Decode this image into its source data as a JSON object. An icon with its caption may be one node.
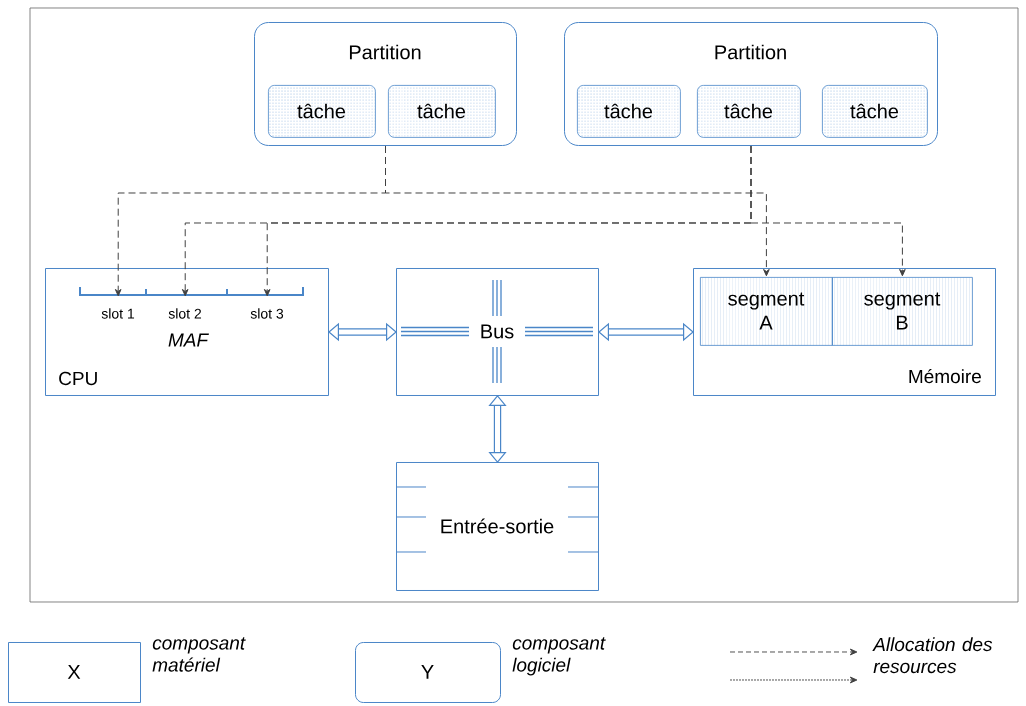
{
  "diagram": {
    "nodes": [
      {
        "text": [
          "Partition"
        ]
      },
      {
        "text": [
          "tâche"
        ],
        "in": 0
      },
      {
        "text": [
          "tâche"
        ],
        "in": 0
      },
      {
        "text": [
          "Partition"
        ]
      },
      {
        "text": [
          "tâche"
        ],
        "in": 3
      },
      {
        "text": [
          "tâche"
        ],
        "in": 3
      },
      {
        "text": [
          "tâche"
        ],
        "in": 3
      },
      {
        "text": [
          "CPU"
        ]
      },
      {
        "text": [
          "slot 1"
        ],
        "in": 7
      },
      {
        "text": [
          "slot 2"
        ],
        "in": 7
      },
      {
        "text": [
          "slot 3"
        ],
        "in": 7
      },
      {
        "text": [
          "Bus"
        ]
      },
      {
        "text": [
          "Mémoire"
        ]
      },
      {
        "text": [
          "segment A"
        ],
        "in": 12
      },
      {
        "text": [
          "segment B"
        ],
        "in": 12
      },
      {
        "text": [
          "Entrée-sortie"
        ]
      },
      {
        "text": [
          "X"
        ],
        "beside": [
          "composant matériel"
        ]
      },
      {
        "text": [
          "Y"
        ],
        "beside": [
          "composant logiciel"
        ]
      }
    ],
    "edges": [
      {
        "from": 0,
        "to": 8,
        "arrow": "to",
        "style": "dashed"
      },
      {
        "from": 0,
        "to": 13,
        "arrow": "to",
        "style": "dashed"
      },
      {
        "from": 3,
        "to": 9,
        "arrow": "to",
        "style": "dashed"
      },
      {
        "from": 3,
        "to": 10,
        "arrow": "to",
        "style": "dashed"
      },
      {
        "from": 3,
        "to": 14,
        "arrow": "to",
        "style": "dashed"
      },
      {
        "from": 7,
        "to": 11,
        "arrow": "both",
        "style": "thick",
        "color": "#4a86c8"
      },
      {
        "from": 11,
        "to": 12,
        "arrow": "both",
        "style": "thick",
        "color": "#4a86c8"
      },
      {
        "from": 11,
        "to": 15,
        "arrow": "both",
        "style": "thick",
        "color": "#4a86c8"
      }
    ],
    "labels": [
      "MAF"
    ],
    "legend": [
      {
        "text": "Allocation des resources"
      }
    ]
  }
}
